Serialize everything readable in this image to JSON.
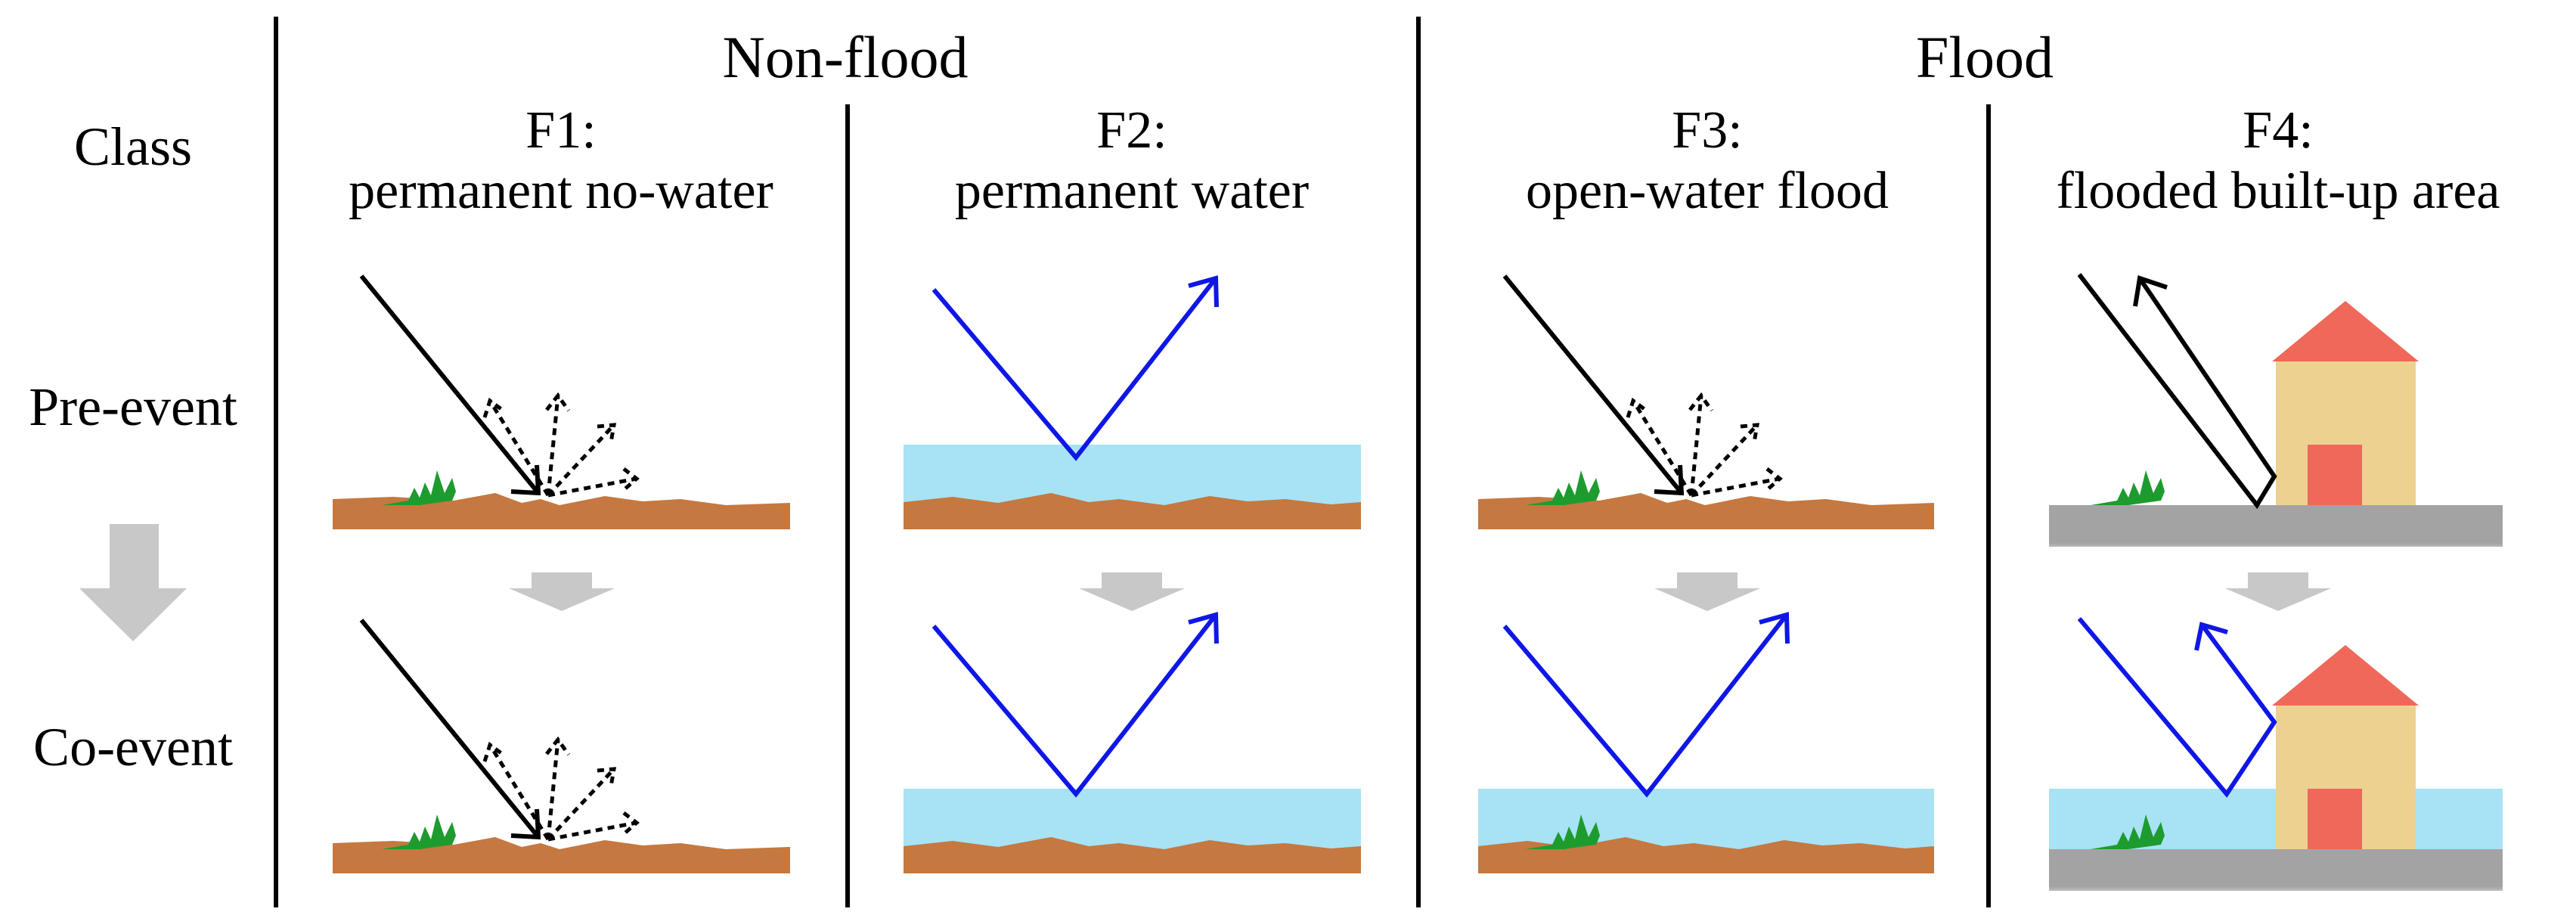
{
  "header": {
    "row_label": "Class",
    "groups": [
      {
        "label": "Non-flood"
      },
      {
        "label": "Flood"
      }
    ]
  },
  "rows": [
    {
      "label": "Pre-event"
    },
    {
      "label": "Co-event"
    }
  ],
  "classes": [
    {
      "code": "F1:",
      "name": "permanent no-water",
      "surface": "soil",
      "pre_scattering": "diffuse",
      "co_scattering": "diffuse"
    },
    {
      "code": "F2:",
      "name": "permanent water",
      "surface": "water",
      "pre_scattering": "specular",
      "co_scattering": "specular"
    },
    {
      "code": "F3:",
      "name": "open-water flood",
      "surface": "soil",
      "pre_scattering": "diffuse",
      "co_scattering": "specular"
    },
    {
      "code": "F4:",
      "name": "flooded built-up area",
      "surface": "built-up",
      "pre_scattering": "double-bounce",
      "co_scattering": "double-bounce"
    }
  ],
  "colors": {
    "soil": "#C57840",
    "water": "#A8E2F5",
    "grass": "#1E9B2E",
    "road": "#A3A3A3",
    "wall": "#EDD191",
    "roof": "#F0685A",
    "door": "#F0685A",
    "incident_ray": "#000000",
    "water_ray": "#0F17E6",
    "transition_arrow": "#C8C8C8"
  }
}
